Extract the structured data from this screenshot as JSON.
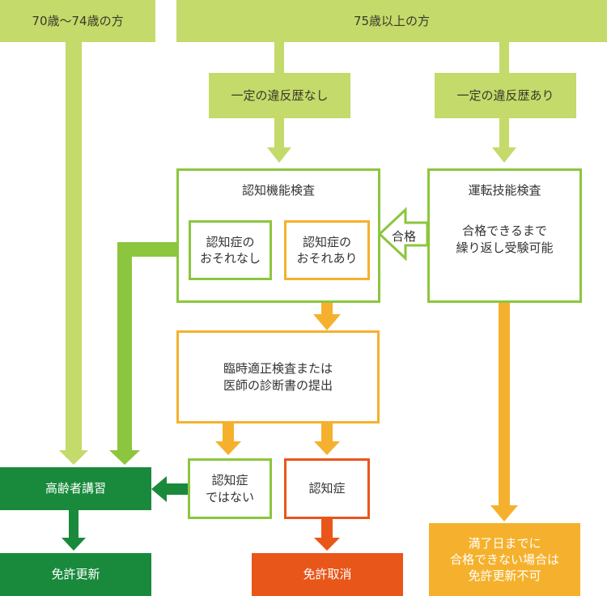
{
  "header": {
    "age70": "70歳〜74歳の方",
    "age75": "75歳以上の方"
  },
  "branch": {
    "no_violation": "一定の違反歴なし",
    "violation": "一定の違反歴あり"
  },
  "cognitive_test": {
    "title": "認知機能検査",
    "no_concern": [
      "認知症の",
      "おそれなし"
    ],
    "concern": [
      "認知症の",
      "おそれあり"
    ]
  },
  "driving_test": {
    "title": "運転技能検査",
    "body": [
      "合格できるまで",
      "繰り返し受験可能"
    ],
    "pass_label": "合格"
  },
  "special_exam": [
    "臨時適正検査または",
    "医師の診断書の提出"
  ],
  "results": {
    "not_dementia": [
      "認知症",
      "ではない"
    ],
    "dementia": "認知症",
    "course": "高齢者講習",
    "renewal": "免許更新",
    "revoked": "免許取消",
    "fail": [
      "満了日までに",
      "合格できない場合は",
      "免許更新不可"
    ]
  },
  "colors": {
    "lime": "#c4da6a",
    "light_green": "#8cc63e",
    "dark_green": "#198a3c",
    "orange": "#f5b12d",
    "red_orange": "#e9561a"
  }
}
